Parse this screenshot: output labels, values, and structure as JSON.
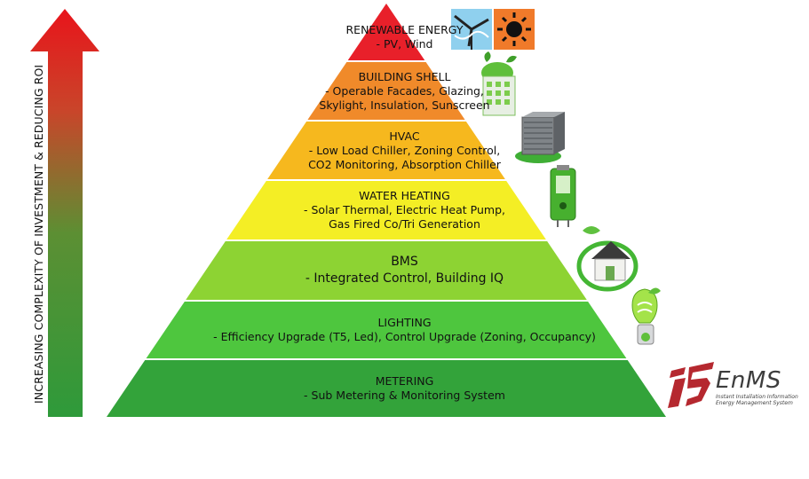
{
  "axis": {
    "label": "INCREASING COMPLEXITY OF INVESTMENT & REDUCING ROI"
  },
  "tiers": [
    {
      "title": "RENEWABLE ENERGY",
      "detail": "- PV, Wind",
      "color": "#e8202a",
      "icon": "wind-turbine-solar-icon"
    },
    {
      "title": "BUILDING SHELL",
      "detail": "- Operable Facades, Glazing,\nSkylight, Insulation, Sunscreen",
      "color": "#f08a2a",
      "icon": "green-building-icon"
    },
    {
      "title": "HVAC",
      "detail": "- Low Load Chiller, Zoning Control,\nCO2 Monitoring, Absorption Chiller",
      "color": "#f6b81e",
      "icon": "hvac-unit-icon"
    },
    {
      "title": "WATER HEATING",
      "detail": "- Solar Thermal, Electric Heat Pump,\nGas Fired Co/Tri Generation",
      "color": "#f4ee25",
      "icon": "water-heater-icon"
    },
    {
      "title": "BMS",
      "detail": "- Integrated Control, Building IQ",
      "color": "#8dd333",
      "icon": "eco-house-icon"
    },
    {
      "title": "LIGHTING",
      "detail": "- Efficiency Upgrade (T5, Led), Control Upgrade (Zoning, Occupancy)",
      "color": "#4ec63e",
      "icon": "eco-bulb-icon"
    },
    {
      "title": "METERING",
      "detail": "- Sub Metering & Monitoring System",
      "color": "#33a33a",
      "icon": "meter-icon"
    }
  ],
  "logo": {
    "mark": "i5",
    "word": "EnMS",
    "subtitle": "Instant Installation Information\nEnergy Management System"
  }
}
